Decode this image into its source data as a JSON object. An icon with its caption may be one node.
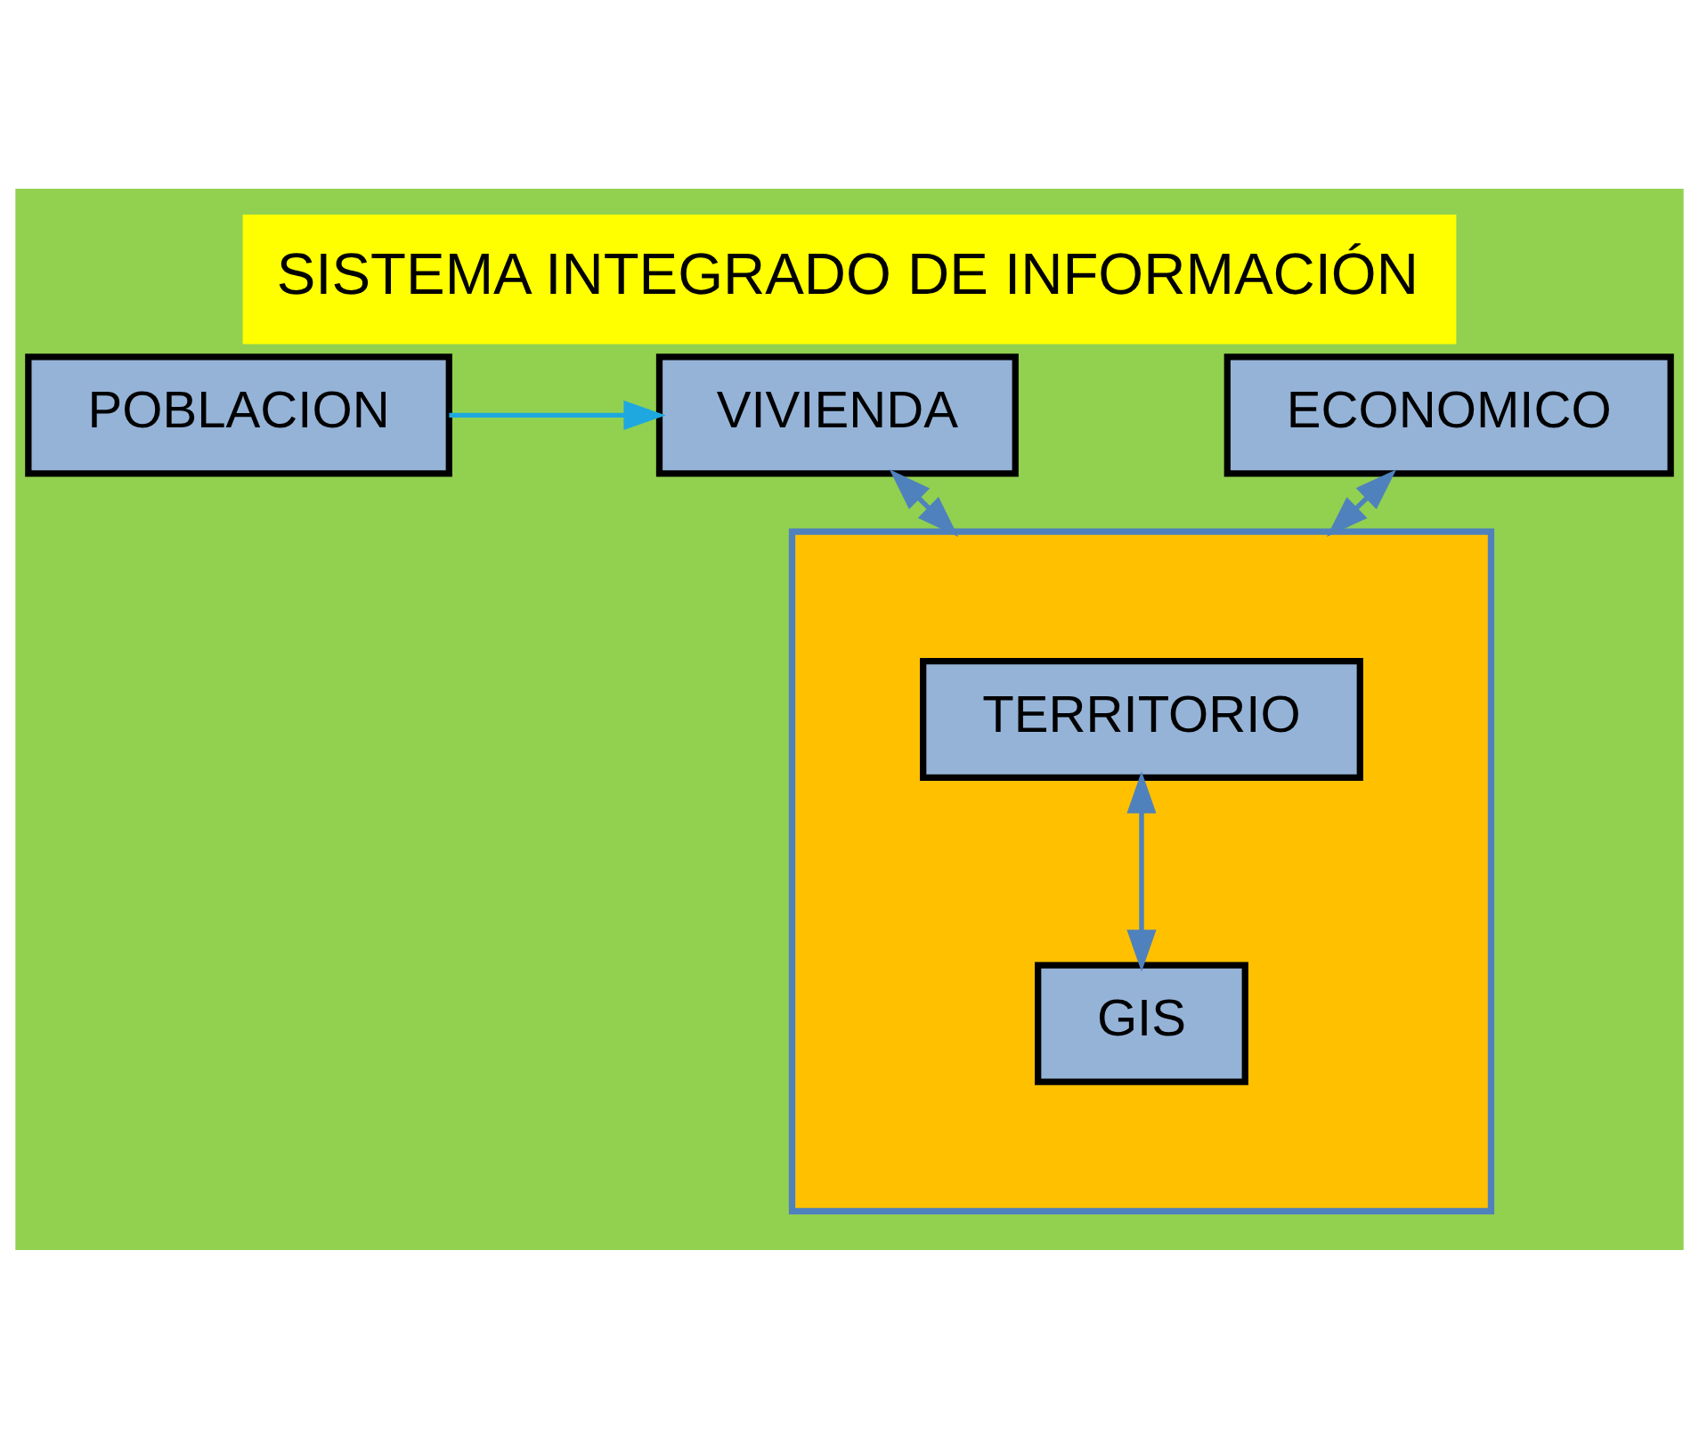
{
  "diagram": {
    "title": "SISTEMA INTEGRADO DE INFORMACIÓN",
    "nodes": [
      {
        "text": [
          "POBLACION"
        ]
      },
      {
        "text": [
          "VIVIENDA"
        ]
      },
      {
        "text": [
          "ECONOMICO"
        ]
      },
      {
        "text": [],
        "shape": "box"
      },
      {
        "text": [
          "TERRITORIO"
        ],
        "in": 3
      },
      {
        "text": [
          "GIS"
        ],
        "in": 3
      }
    ],
    "edges": [
      {
        "from": 0,
        "to": 1,
        "arrow": "to",
        "color": "#1fa8e0"
      },
      {
        "from": 1,
        "to": 3,
        "arrow": "both"
      },
      {
        "from": 2,
        "to": 3,
        "arrow": "both"
      },
      {
        "from": 4,
        "to": 5,
        "arrow": "both"
      }
    ]
  }
}
